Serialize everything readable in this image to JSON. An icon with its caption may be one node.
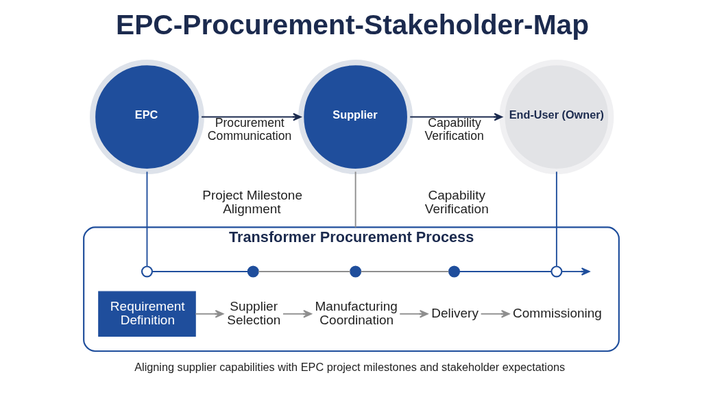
{
  "diagram": {
    "title": "EPC-Procurement-Stakeholder-Map",
    "caption": "Aligning supplier capabilities with EPC project milestones and stakeholder expectations",
    "nodes": [
      {
        "text": [
          "EPC"
        ]
      },
      {
        "text": [
          "Supplier"
        ]
      },
      {
        "text": [
          "End-User (Owner)"
        ]
      },
      {
        "text": [
          "Transformer Procurement Process"
        ]
      },
      {
        "text": [],
        "shape": "circle",
        "in": 3
      },
      {
        "text": [],
        "shape": "circle",
        "in": 3
      },
      {
        "text": [],
        "shape": "circle",
        "in": 3
      },
      {
        "text": [],
        "shape": "circle",
        "in": 3
      },
      {
        "text": [],
        "shape": "circle",
        "in": 3
      },
      {
        "text": [
          "Requirement Definition"
        ],
        "in": 3
      },
      {
        "text": [
          "Supplier Selection"
        ],
        "in": 3
      },
      {
        "text": [
          "Manufacturing Coordination"
        ],
        "in": 3
      },
      {
        "text": [
          "Delivery"
        ],
        "in": 3
      },
      {
        "text": [
          "Commissioning"
        ],
        "in": 3
      }
    ],
    "edges": [
      {
        "from": 0,
        "to": 1,
        "arrow": "to",
        "label": "Procurement Communication",
        "color": "#1b2a4e"
      },
      {
        "from": 1,
        "to": 2,
        "arrow": "to",
        "label": "Capability Verification",
        "color": "#1b2a4e"
      },
      {
        "from": 0,
        "to": 4,
        "arrow": "none",
        "color": "#1f4e9c"
      },
      {
        "from": 1,
        "to": 3,
        "arrow": "none"
      },
      {
        "from": 2,
        "to": 8,
        "arrow": "none",
        "color": "#1f4e9c"
      },
      {
        "from": 4,
        "to": 5,
        "arrow": "none",
        "color": "#1f4e9c"
      },
      {
        "from": 5,
        "to": 6,
        "arrow": "none"
      },
      {
        "from": 6,
        "to": 7,
        "arrow": "none"
      },
      {
        "from": 7,
        "to": 8,
        "arrow": "none",
        "color": "#1f4e9c"
      },
      {
        "from": 8,
        "to": null,
        "arrow": "to",
        "color": "#1f4e9c"
      },
      {
        "from": 9,
        "to": 10,
        "arrow": "to"
      },
      {
        "from": 10,
        "to": 11,
        "arrow": "to"
      },
      {
        "from": 11,
        "to": 12,
        "arrow": "to"
      },
      {
        "from": 12,
        "to": 13,
        "arrow": "to"
      }
    ],
    "labels": [
      "Project Milestone Alignment",
      "Capability Verification"
    ]
  }
}
